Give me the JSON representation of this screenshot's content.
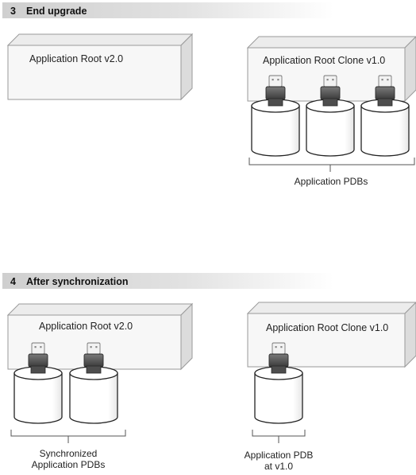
{
  "sections": [
    {
      "number": "3",
      "title": "End upgrade",
      "left_box": {
        "label": "Application Root v2.0"
      },
      "right_box": {
        "label": "Application Root Clone v1.0"
      },
      "right_caption": [
        "Application PDBs"
      ]
    },
    {
      "number": "4",
      "title": "After synchronization",
      "left_box": {
        "label": "Application Root v2.0"
      },
      "left_caption": [
        "Synchronized",
        "Application PDBs"
      ],
      "right_box": {
        "label": "Application Root Clone v1.0"
      },
      "right_caption": [
        "Application PDB",
        "at v1.0"
      ]
    }
  ],
  "colors": {
    "header_bar": "#d9d9d9",
    "box_front": "#f7f7f7",
    "box_top": "#ececec",
    "box_side": "#dcdcdc",
    "box_stroke": "#9a9a9a",
    "cylinder_fill": "#ffffff",
    "plug_body": "#4d4d4d",
    "plug_tip": "#f2f2f2"
  },
  "icons": {
    "pdb": "database-cylinder-icon",
    "plug": "plug-connector-icon"
  }
}
